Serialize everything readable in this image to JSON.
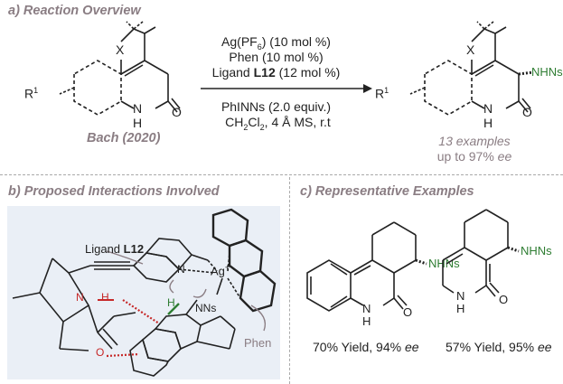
{
  "panel_a": {
    "title": "a) Reaction Overview",
    "conditions": {
      "line1_pre": "Ag(PF",
      "line1_sub": "6",
      "line1_post": ") (10 mol %)",
      "line2": "Phen (10 mol %)",
      "line3_pre": "Ligand ",
      "line3_bold": "L12",
      "line3_post": " (12 mol %)",
      "line4": "PhINNs (2.0 equiv.)",
      "line5_pre": "CH",
      "line5_sub1": "2",
      "line5_mid": "Cl",
      "line5_sub2": "2",
      "line5_post": ", 4 Å MS, r.t"
    },
    "substrate": {
      "r_label": "R",
      "r_sup": "1",
      "x_label": "X",
      "nh": "N",
      "h": "H",
      "o": "O"
    },
    "product": {
      "r_label": "R",
      "r_sup": "1",
      "x_label": "X",
      "nh": "N",
      "h": "H",
      "o": "O",
      "nns": "NHNs"
    },
    "reference": "Bach (2020)",
    "scope_line1": "13 examples",
    "scope_line2_pre": "up to 97% ",
    "scope_line2_em": "ee"
  },
  "panel_b": {
    "title": "b) Proposed Interactions Involved",
    "ligand_pre": "Ligand ",
    "ligand_bold": "L12",
    "phen_label": "Phen",
    "atoms": {
      "ag": "Ag",
      "ag_charge": "+",
      "n": "N",
      "nns": "NNs",
      "h": "H",
      "o": "O",
      "nh": "N"
    }
  },
  "panel_c": {
    "title": "c) Representative Examples",
    "example1": {
      "nns": "NHNs",
      "o": "O",
      "n": "N",
      "h": "H",
      "yield_pre": "70% Yield, 94% ",
      "yield_em": "ee"
    },
    "example2": {
      "nns": "NHNs",
      "o": "O",
      "n": "N",
      "h": "H",
      "yield_pre": "57% Yield, 95% ",
      "yield_em": "ee"
    }
  },
  "colors": {
    "title_grey": "#8a7d83",
    "nns_green": "#2e7d32",
    "hbond_red": "#c62828",
    "panel_bg": "#eaeff6",
    "arrow_grey": "#8a7d83"
  }
}
